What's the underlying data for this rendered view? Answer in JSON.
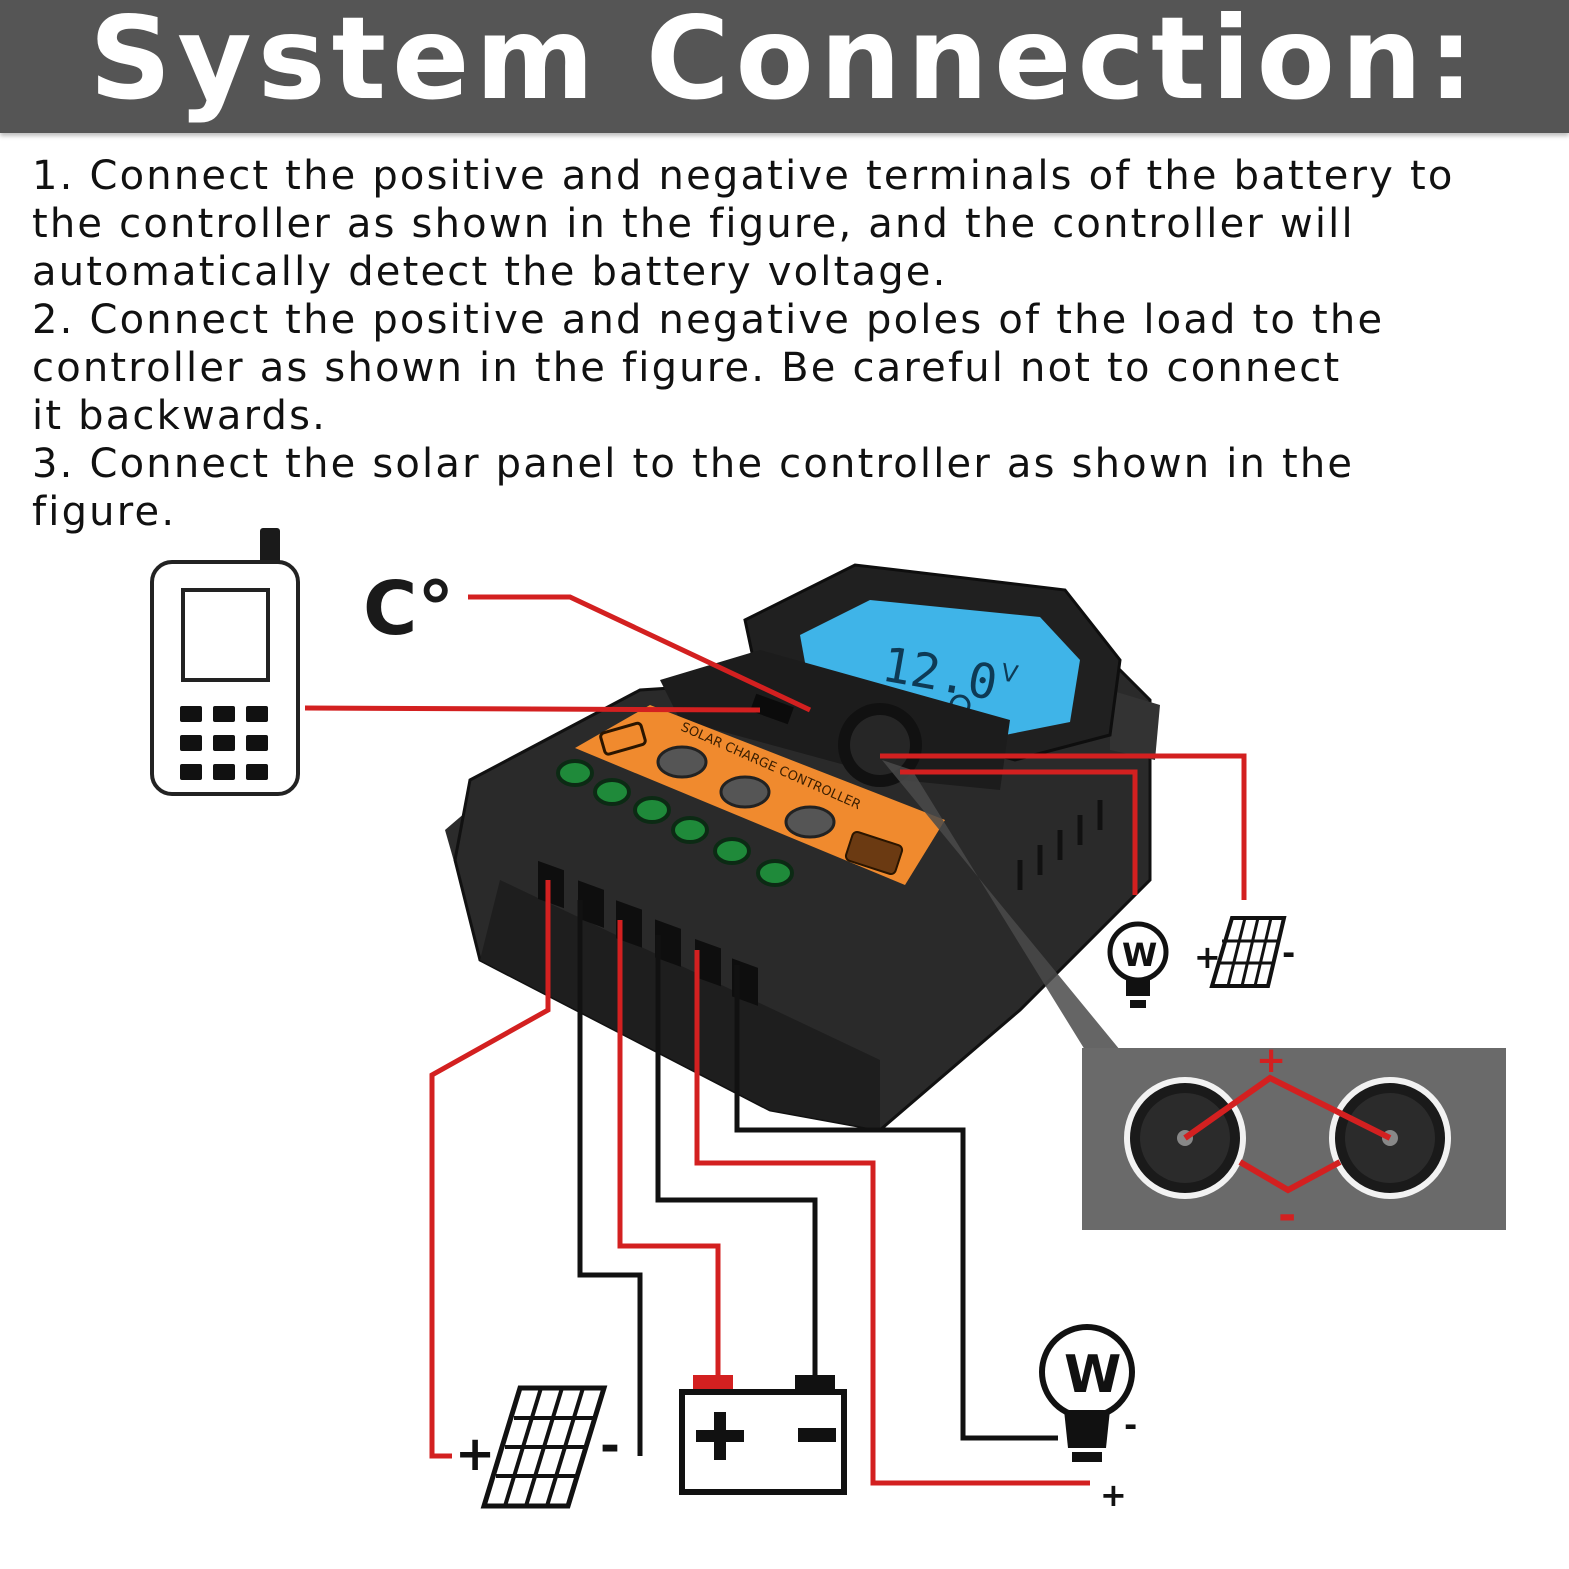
{
  "title": "System Connection:",
  "instructions": [
    "1. Connect the positive and negative terminals of the battery to",
    "the controller as shown in the figure, and the controller will",
    "automatically detect the battery voltage.",
    "2. Connect the positive and negative poles of the load to the",
    "controller as shown in the figure. Be careful not to connect",
    "it backwards.",
    "3. Connect the solar panel to the controller as shown in the",
    "figure."
  ],
  "diagram": {
    "temperature_label": "C°",
    "display_reading": "12.0",
    "display_unit": "V",
    "panel_text": "SOLAR CHARGE CONTROLLER",
    "bulb_letter": "W",
    "plus": "+",
    "minus": "-"
  },
  "colors": {
    "title_bar": "#555555",
    "wire_red": "#d32020",
    "wire_black": "#111111",
    "controller_body": "#2a2a2a",
    "panel_orange": "#f08a2e",
    "lcd_blue": "#3fb4e8",
    "led_green": "#1f8a3a",
    "inset_gray": "#6a6a6a"
  }
}
